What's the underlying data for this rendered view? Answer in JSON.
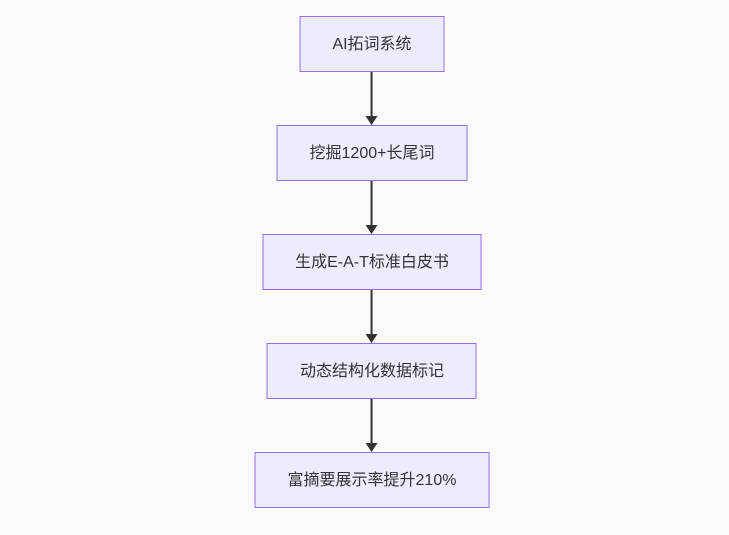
{
  "diagram": {
    "type": "flowchart",
    "direction": "top-down",
    "nodes": [
      {
        "id": "node-1",
        "label": "AI拓词系统"
      },
      {
        "id": "node-2",
        "label": "挖掘1200+长尾词"
      },
      {
        "id": "node-3",
        "label": "生成E-A-T标准白皮书"
      },
      {
        "id": "node-4",
        "label": "动态结构化数据标记"
      },
      {
        "id": "node-5",
        "label": "富摘要展示率提升210%"
      }
    ],
    "edges": [
      {
        "from": "node-1",
        "to": "node-2",
        "style": "arrow-down"
      },
      {
        "from": "node-2",
        "to": "node-3",
        "style": "arrow-down"
      },
      {
        "from": "node-3",
        "to": "node-4",
        "style": "arrow-down"
      },
      {
        "from": "node-4",
        "to": "node-5",
        "style": "arrow-down"
      }
    ],
    "colors": {
      "background": "#FAFAFA",
      "node_fill": "#ECECFF",
      "node_border": "#9370DB",
      "node_text": "#333333",
      "arrow": "#333333"
    }
  }
}
